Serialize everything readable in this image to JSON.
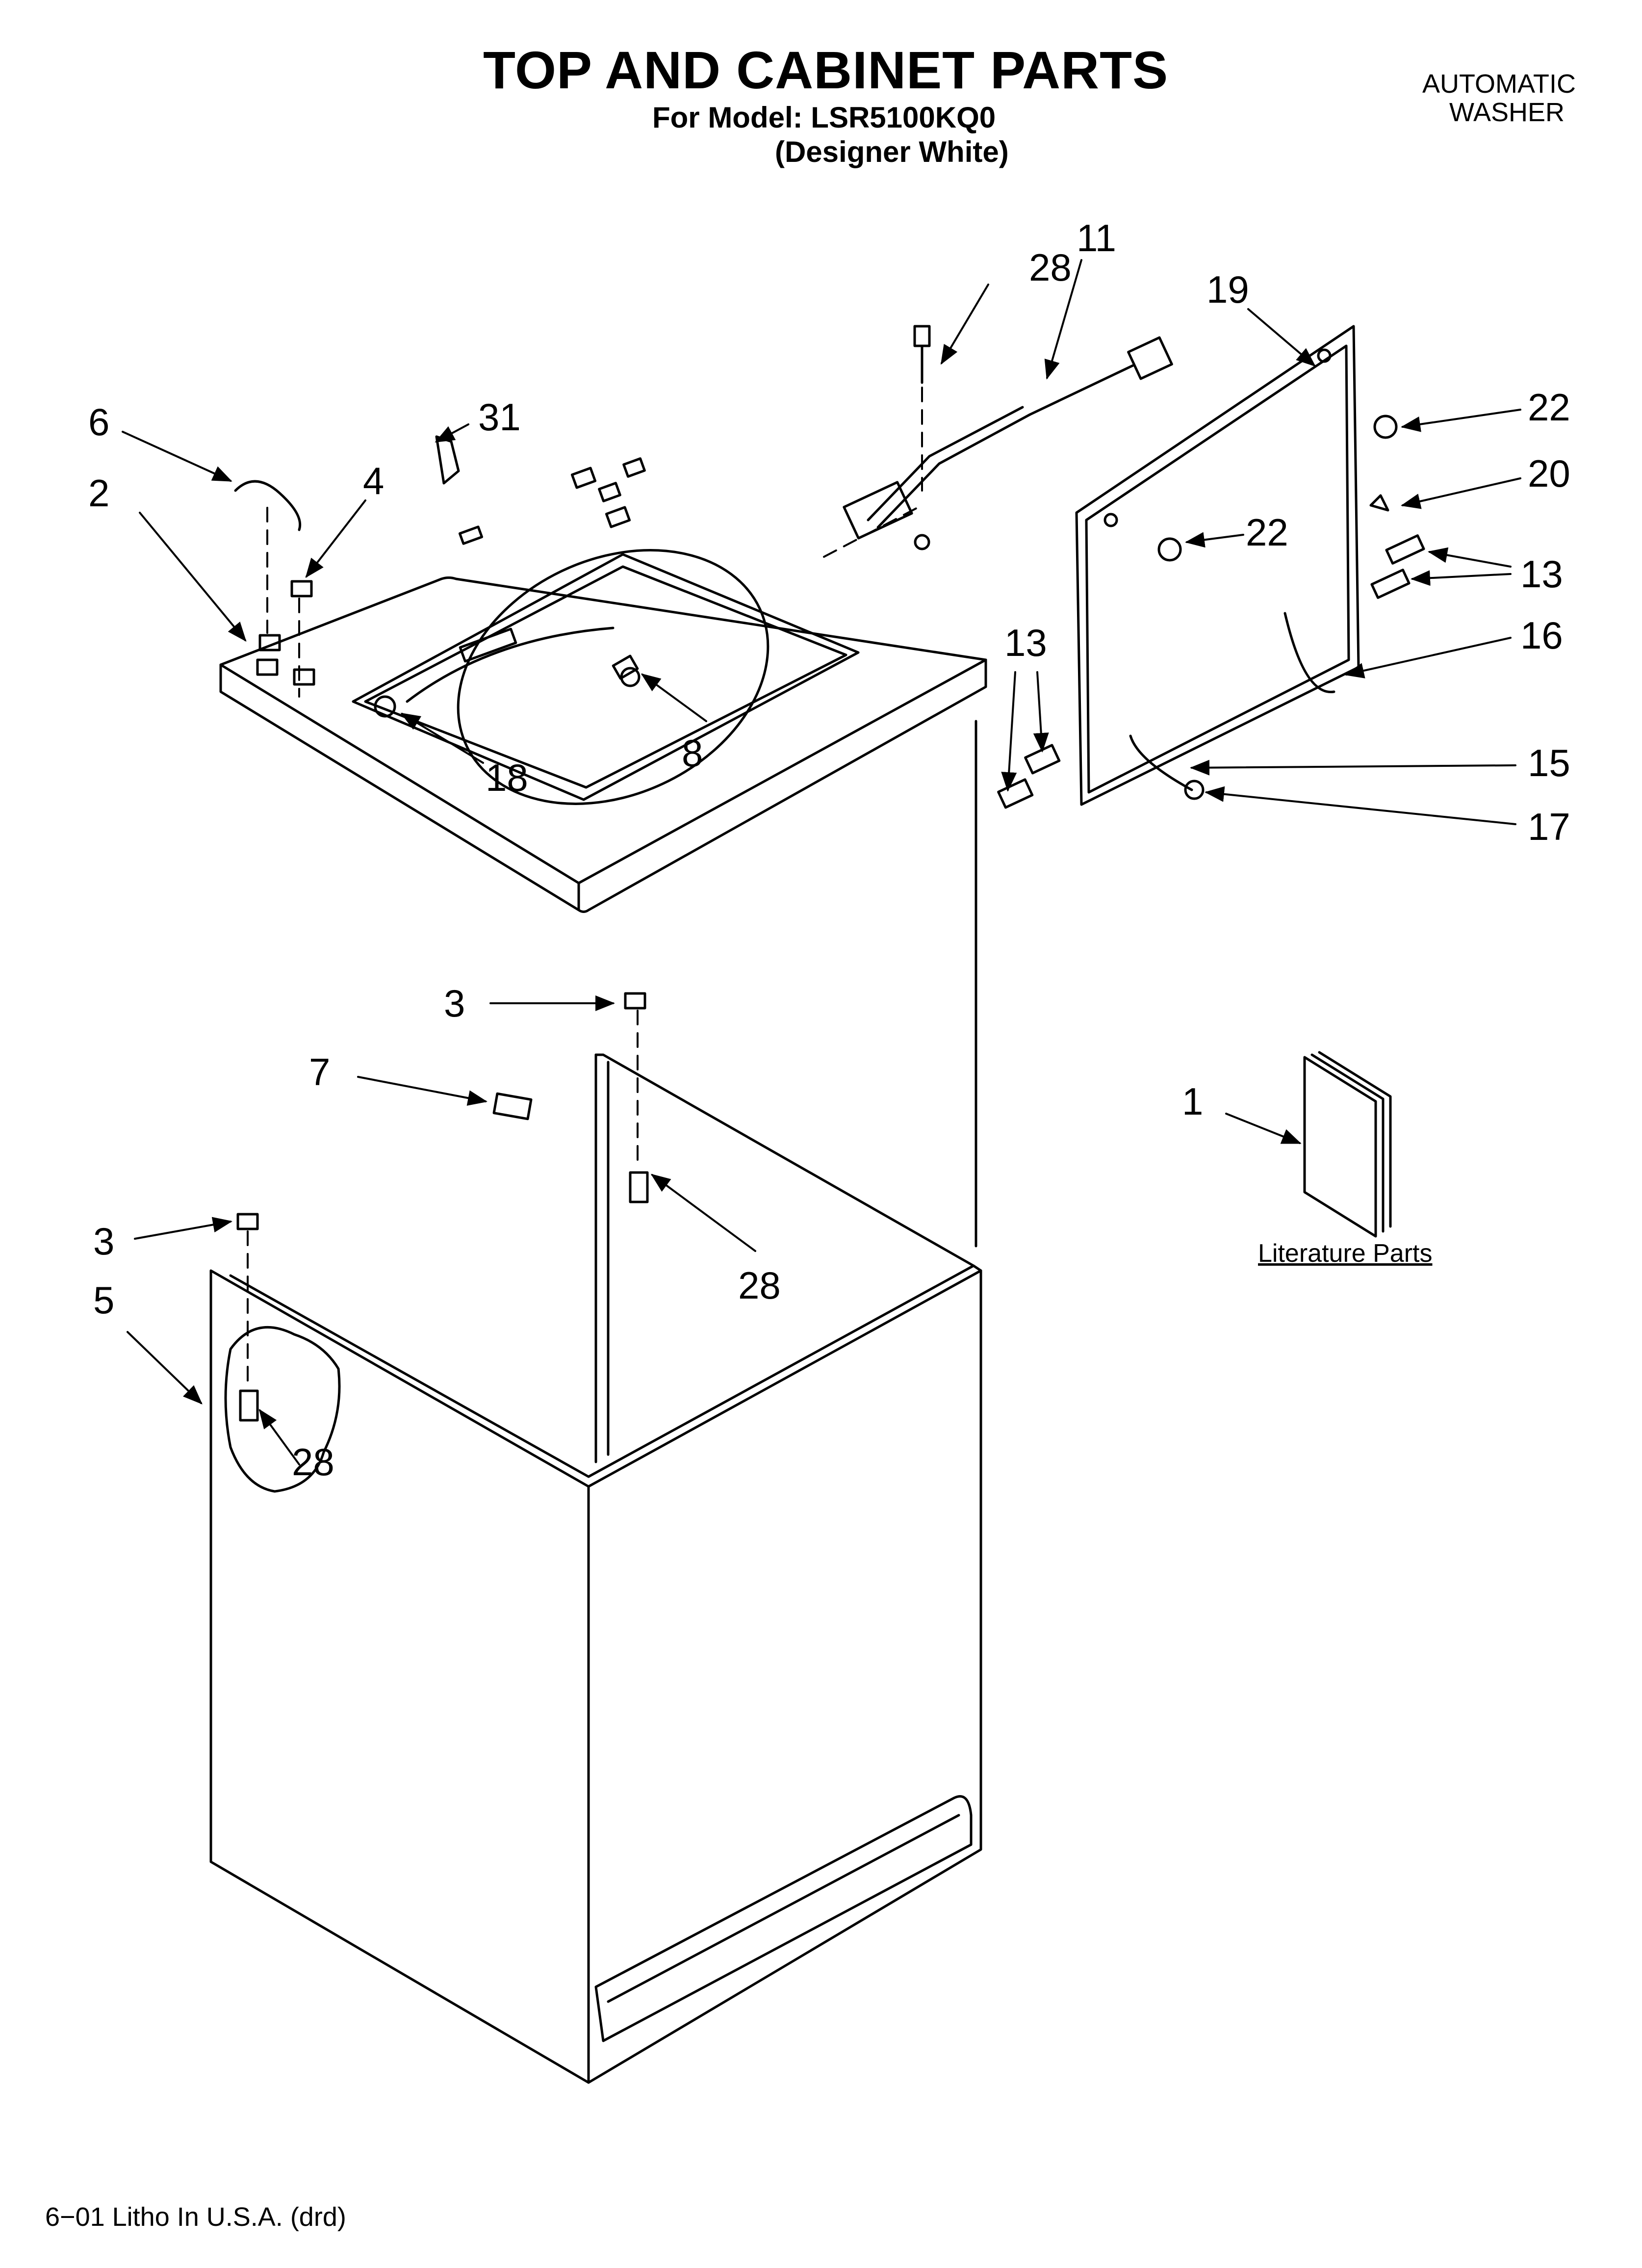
{
  "header": {
    "title": "TOP AND CABINET PARTS",
    "model_line": "For Model: LSR5100KQ0",
    "variant_line": "(Designer White)"
  },
  "corner": {
    "line1": "AUTOMATIC",
    "line2": "WASHER"
  },
  "callouts": [
    {
      "id": "c28a",
      "text": "28"
    },
    {
      "id": "c11",
      "text": "11"
    },
    {
      "id": "c19",
      "text": "19"
    },
    {
      "id": "c22a",
      "text": "22"
    },
    {
      "id": "c20",
      "text": "20"
    },
    {
      "id": "c22b",
      "text": "22"
    },
    {
      "id": "c13a",
      "text": "13"
    },
    {
      "id": "c16",
      "text": "16"
    },
    {
      "id": "c13b",
      "text": "13"
    },
    {
      "id": "c15",
      "text": "15"
    },
    {
      "id": "c17",
      "text": "17"
    },
    {
      "id": "c6",
      "text": "6"
    },
    {
      "id": "c31",
      "text": "31"
    },
    {
      "id": "c2",
      "text": "2"
    },
    {
      "id": "c4",
      "text": "4"
    },
    {
      "id": "c8",
      "text": "8"
    },
    {
      "id": "c18",
      "text": "18"
    },
    {
      "id": "c3a",
      "text": "3"
    },
    {
      "id": "c7",
      "text": "7"
    },
    {
      "id": "c28b",
      "text": "28"
    },
    {
      "id": "c1",
      "text": "1"
    },
    {
      "id": "c3b",
      "text": "3"
    },
    {
      "id": "c5",
      "text": "5"
    },
    {
      "id": "c28c",
      "text": "28"
    }
  ],
  "literature_label": "Literature Parts",
  "footer": "6−01 Litho In U.S.A. (drd)"
}
